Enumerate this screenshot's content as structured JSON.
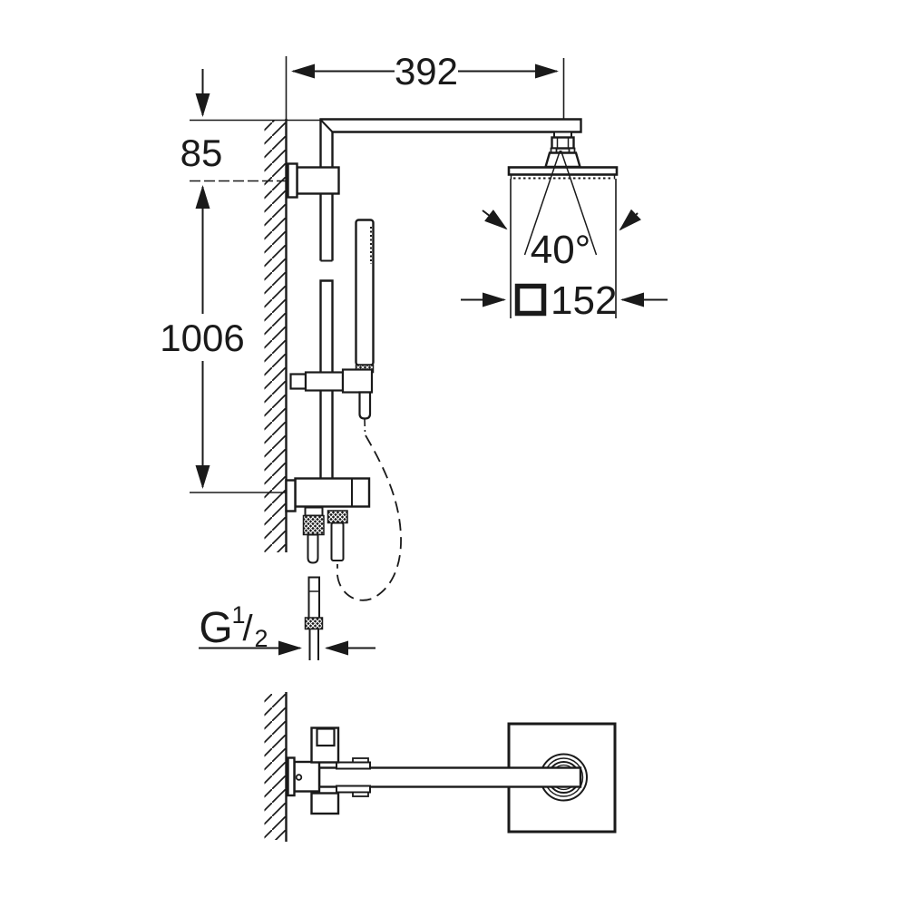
{
  "drawing": {
    "type": "technical-dimension-drawing",
    "subject": "wall-mounted shower system with head shower, hand shower and shower rail (side view and plan view)",
    "colors": {
      "line": "#1a1a1a",
      "background": "#ffffff"
    }
  },
  "dims": {
    "width": {
      "value": "392",
      "meaning": "horizontal projection of shower arm, wall to head centre"
    },
    "offset": {
      "value": "85",
      "meaning": "vertical distance from arm top to upper wall bracket centre"
    },
    "height": {
      "value": "1006",
      "meaning": "vertical distance between upper and lower wall bracket centres"
    },
    "angle": {
      "value": "40°",
      "meaning": "head shower swivel / spray angle"
    },
    "head": {
      "value": "152",
      "meaning": "square head shower edge length (square symbol prefix)"
    },
    "thread": {
      "prefix": "G",
      "numerator": "1",
      "slash": "/",
      "denominator": "2",
      "meaning": "supply connection thread size"
    }
  }
}
